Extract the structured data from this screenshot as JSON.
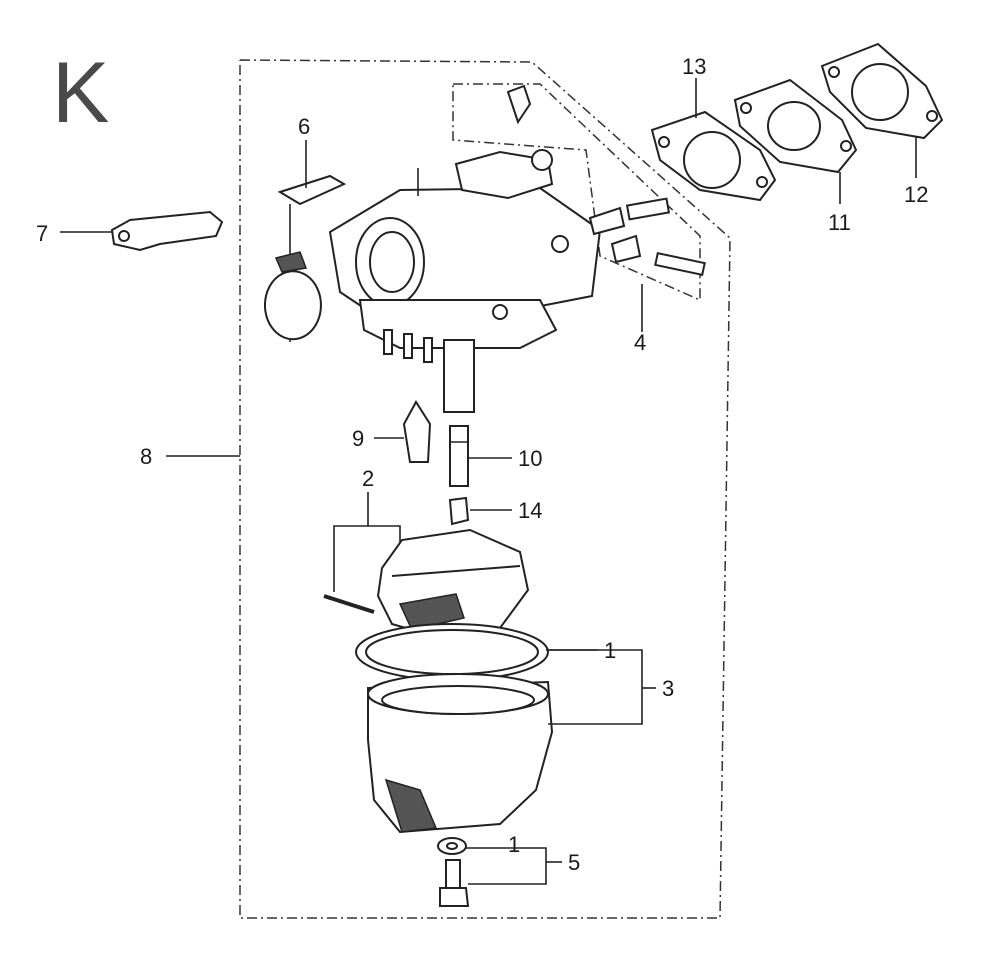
{
  "section": {
    "letter": "K"
  },
  "callouts": {
    "p1_bowl": "1",
    "p1_bolt": "1",
    "p2": "2",
    "p3": "3",
    "p4": "4",
    "p5": "5",
    "p6": "6",
    "p7": "7",
    "p8": "8",
    "p9": "9",
    "p10": "10",
    "p11": "11",
    "p12": "12",
    "p13": "13",
    "p14": "14"
  }
}
